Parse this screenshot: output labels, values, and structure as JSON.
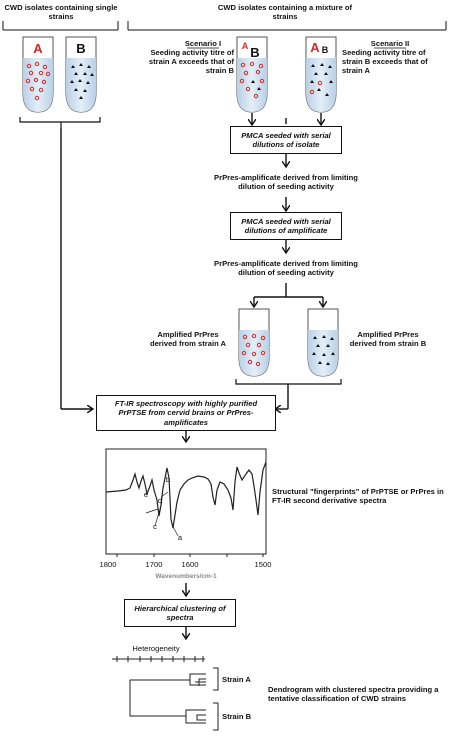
{
  "headers": {
    "left": "CWD isolates containing single strains",
    "right": "CWD isolates containing a mixture of strains"
  },
  "tubes": {
    "left_a_label": "A",
    "left_b_label": "B",
    "mix_label_small_a": "A",
    "mix_label_big_b": "B",
    "mix2_label_big_a": "A",
    "mix2_label_small_b": "B"
  },
  "scenarios": {
    "one": {
      "title": "Scenario I",
      "text": "Seeding activity titre of strain A exceeds that of strain B"
    },
    "two": {
      "title": "Scenario II",
      "text": "Seeding activity titre of strain B exceeds that of strain A"
    }
  },
  "steps": {
    "pmca1": "PMCA seeded with serial dilutions of isolate",
    "prpres1": "PrPres-amplificate derived from limiting dilution of seeding activity",
    "pmca2": "PMCA seeded with serial dilutions of amplificate",
    "prpres2": "PrPres-amplificate derived from limiting dilution of seeding activity",
    "amp_a": "Amplified PrPres derived from strain A",
    "amp_b": "Amplified PrPres derived from strain B",
    "ftir": "FT-IR spectroscopy with highly purified PrPTSE from cervid brains or PrPres-amplificates",
    "spectra_caption": "Structural \"fingerprints\" of PrPTSE or PrPres in FT-IR second derivative spectra",
    "clustering": "Hierarchical clustering of spectra",
    "dendro_caption": "Dendrogram with clustered spectra providing a tentative classification of CWD strains"
  },
  "spectrum": {
    "x_ticks": [
      "1800",
      "1700",
      "1600",
      "1500"
    ],
    "x_label": "Wavenumbers/cm-1",
    "peak_labels": [
      "a",
      "b",
      "c",
      "d",
      "e"
    ]
  },
  "dendrogram": {
    "axis_label": "Heterogeneity",
    "cluster_a": "Strain A",
    "cluster_b": "Strain B"
  },
  "colors": {
    "strain_a": "#d62828",
    "strain_b": "#111111",
    "tube_fill": "#cfe0ef"
  }
}
